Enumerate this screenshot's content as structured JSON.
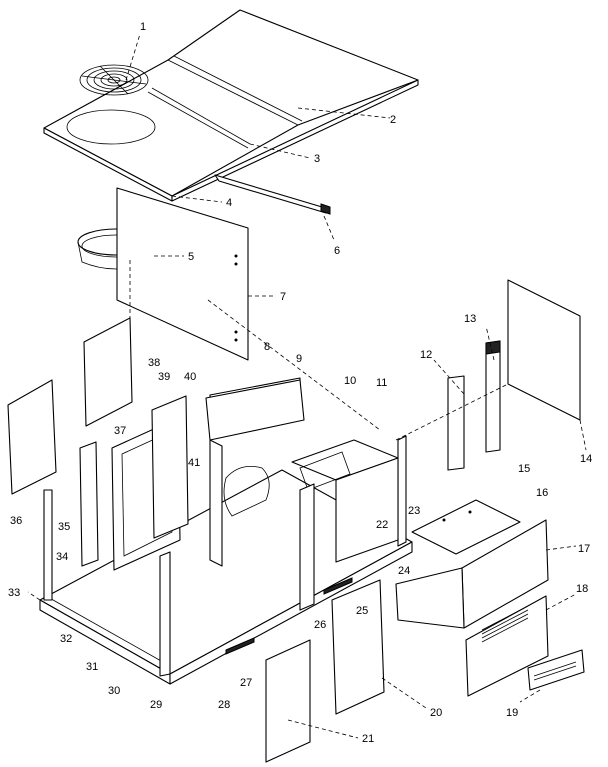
{
  "callouts": [
    "1",
    "2",
    "3",
    "4",
    "5",
    "6",
    "7",
    "8",
    "9",
    "10",
    "11",
    "12",
    "13",
    "14",
    "15",
    "16",
    "17",
    "18",
    "19",
    "20",
    "21",
    "22",
    "23",
    "24",
    "25",
    "26",
    "27",
    "28",
    "29",
    "30",
    "31",
    "32",
    "33",
    "34",
    "35",
    "36",
    "37",
    "38",
    "39",
    "40",
    "41"
  ]
}
